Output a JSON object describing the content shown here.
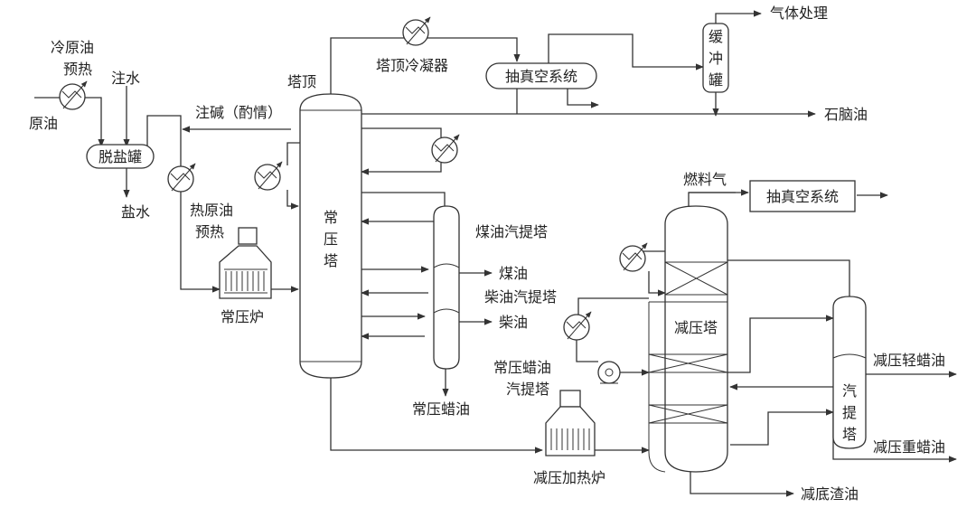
{
  "labels": {
    "crude_cold": "冷原油",
    "preheat_1": "预热",
    "crude": "原油",
    "inject_water": "注水",
    "desalter": "脱盐罐",
    "brine": "盐水",
    "caustic": "注碱（酌情）",
    "tower_top": "塔顶",
    "overhead_condenser": "塔顶冷凝器",
    "vacuum_system_1": "抽真空系统",
    "gas_treatment": "气体处理",
    "buffer_tank": "缓冲罐",
    "naphtha": "石脑油",
    "hot_crude": "热原油",
    "preheat_2": "预热",
    "atm_furnace": "常压炉",
    "atm_tower": "常压塔",
    "kerosene_stripper": "煤油汽提塔",
    "kerosene": "煤油",
    "diesel_stripper": "柴油汽提塔",
    "diesel": "柴油",
    "atm_wax_stripper_line1": "常压蜡油",
    "atm_wax_stripper_line2": "汽提塔",
    "atm_wax_oil": "常压蜡油",
    "fuel_gas": "燃料气",
    "vacuum_system_2": "抽真空系统",
    "vacuum_tower": "减压塔",
    "vacuum_stripper": "汽提塔",
    "light_vgo": "减压轻蜡油",
    "heavy_vgo": "减压重蜡油",
    "vacuum_heater": "减压加热炉",
    "vacuum_residue": "减底渣油"
  }
}
